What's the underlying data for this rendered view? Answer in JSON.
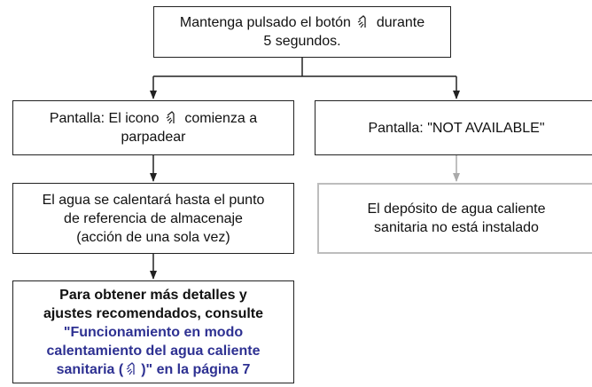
{
  "boxes": {
    "top": {
      "text_before_icon": "Mantenga pulsado el botón ",
      "icon": "shower-icon",
      "text_after_icon": " durante",
      "line2": "5 segundos."
    },
    "left1": {
      "text_before_icon": "Pantalla: El icono ",
      "icon": "shower-icon",
      "text_after_icon": " comienza a",
      "line2": "parpadear"
    },
    "right1": {
      "prefix": "Pantalla: \"",
      "display_text": "NOT AVAILABLE",
      "suffix": "\""
    },
    "left2": {
      "lines": [
        "El agua se calentará hasta el punto",
        "de referencia de almacenaje",
        "(acción de una sola vez)"
      ]
    },
    "right2": {
      "lines": [
        "El depósito de agua caliente",
        "sanitaria no está instalado"
      ]
    },
    "left3": {
      "line1": "Para obtener más detalles y",
      "line2": "ajustes recomendados, consulte",
      "link_line1": "\"Funcionamiento en modo",
      "link_line2": "calentamiento del agua caliente",
      "link_line3_before_icon": "sanitaria (",
      "link_icon": "shower-icon",
      "link_line3_after_icon": ")\" en la página 7"
    }
  },
  "colors": {
    "border": "#222222",
    "muted_border": "#bdbdbd",
    "link": "#2e3192"
  }
}
